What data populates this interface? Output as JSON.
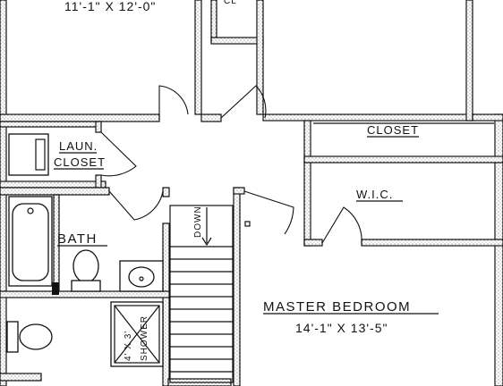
{
  "rooms": {
    "bedroom_top_left_dims": "11'-1\" X 12'-0\"",
    "laundry_line1": "LAUN.",
    "laundry_line2": "CLOSET",
    "closet": "CLOSET",
    "wic": "W.I.C.",
    "bath": "BATH",
    "master_title": "MASTER BEDROOM",
    "master_dims": "14'-1\" X 13'-5\"",
    "stairs": "DOWN",
    "shower_dims": "4' X 3'",
    "shower": "SHOWER"
  },
  "colors": {
    "line": "#111111",
    "background": "#ffffff"
  }
}
